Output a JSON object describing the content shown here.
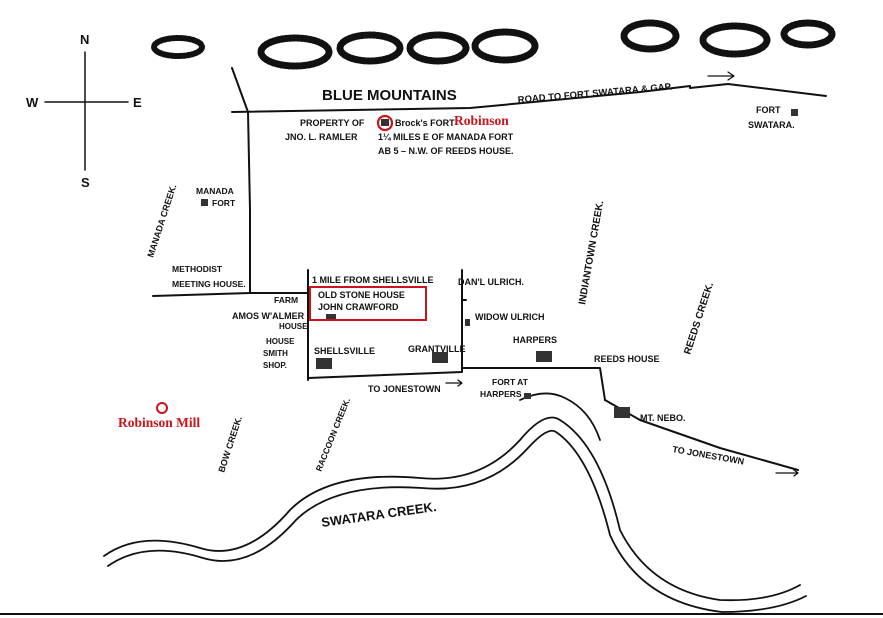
{
  "map": {
    "compass": {
      "north": "N",
      "south": "S",
      "east": "E",
      "west": "W"
    },
    "labels": {
      "blue_mountains": "BLUE MOUNTAINS",
      "road_to_fort_swatara": "ROAD TO FORT SWATARA & GAP.",
      "fort_swatara_1": "FORT",
      "fort_swatara_2": "SWATARA.",
      "property_of": "PROPERTY OF",
      "fort_name": "Brock's FORT",
      "ramler": "JNO. L. RAMLER",
      "miles_manada": "1¼ MILES E OF MANADA FORT",
      "reeds_house_note": "AB 5  –  N.W. OF REEDS HOUSE.",
      "manada_creek": "MANADA   CREEK.",
      "manada_fort_1": "MANADA",
      "manada_fort_2": "FORT",
      "indiantown_creek": "INDIANTOWN CREEK.",
      "reeds_creek": "REEDS CREEK.",
      "methodist_1": "METHODIST",
      "methodist_2": "MEETING HOUSE.",
      "mile_from_shellsville": "1 MILE FROM SHELLSVILLE",
      "old_stone_house": "OLD STONE   HOUSE",
      "john_crawford": "JOHN CRAWFORD",
      "danl_ulrich": "DAN'L ULRICH.",
      "widow_ulrich": "WIDOW ULRICH",
      "farm": "FARM",
      "amos_walmer": "AMOS W'ALMER",
      "house": "HOUSE",
      "house2": "HOUSE",
      "smith_shop": "SMITH",
      "shop": "SHOP.",
      "shellsville": "SHELLSVILLE",
      "grantville": "GRANTVILLE",
      "harpers": "HARPERS",
      "reeds_house": "REEDS HOUSE",
      "reeds_creek_short": "REEDS CREEK.",
      "raccoon_creek": "RACCOON CREEK.",
      "to_jonestown_1": "TO JONESTOWN",
      "fort_at_1": "FORT AT",
      "fort_at_2": "HARPERS",
      "mt_nebo": "MT. NEBO.",
      "to_jonestown_2": "TO JONESTOWN",
      "bow_creek": "BOW CREEK.",
      "swatara_creek": "SWATARA    CREEK."
    },
    "annotations": {
      "robinson": "Robinson",
      "robinson_mill": "Robinson Mill",
      "annotation_color": "#c8141a"
    }
  }
}
